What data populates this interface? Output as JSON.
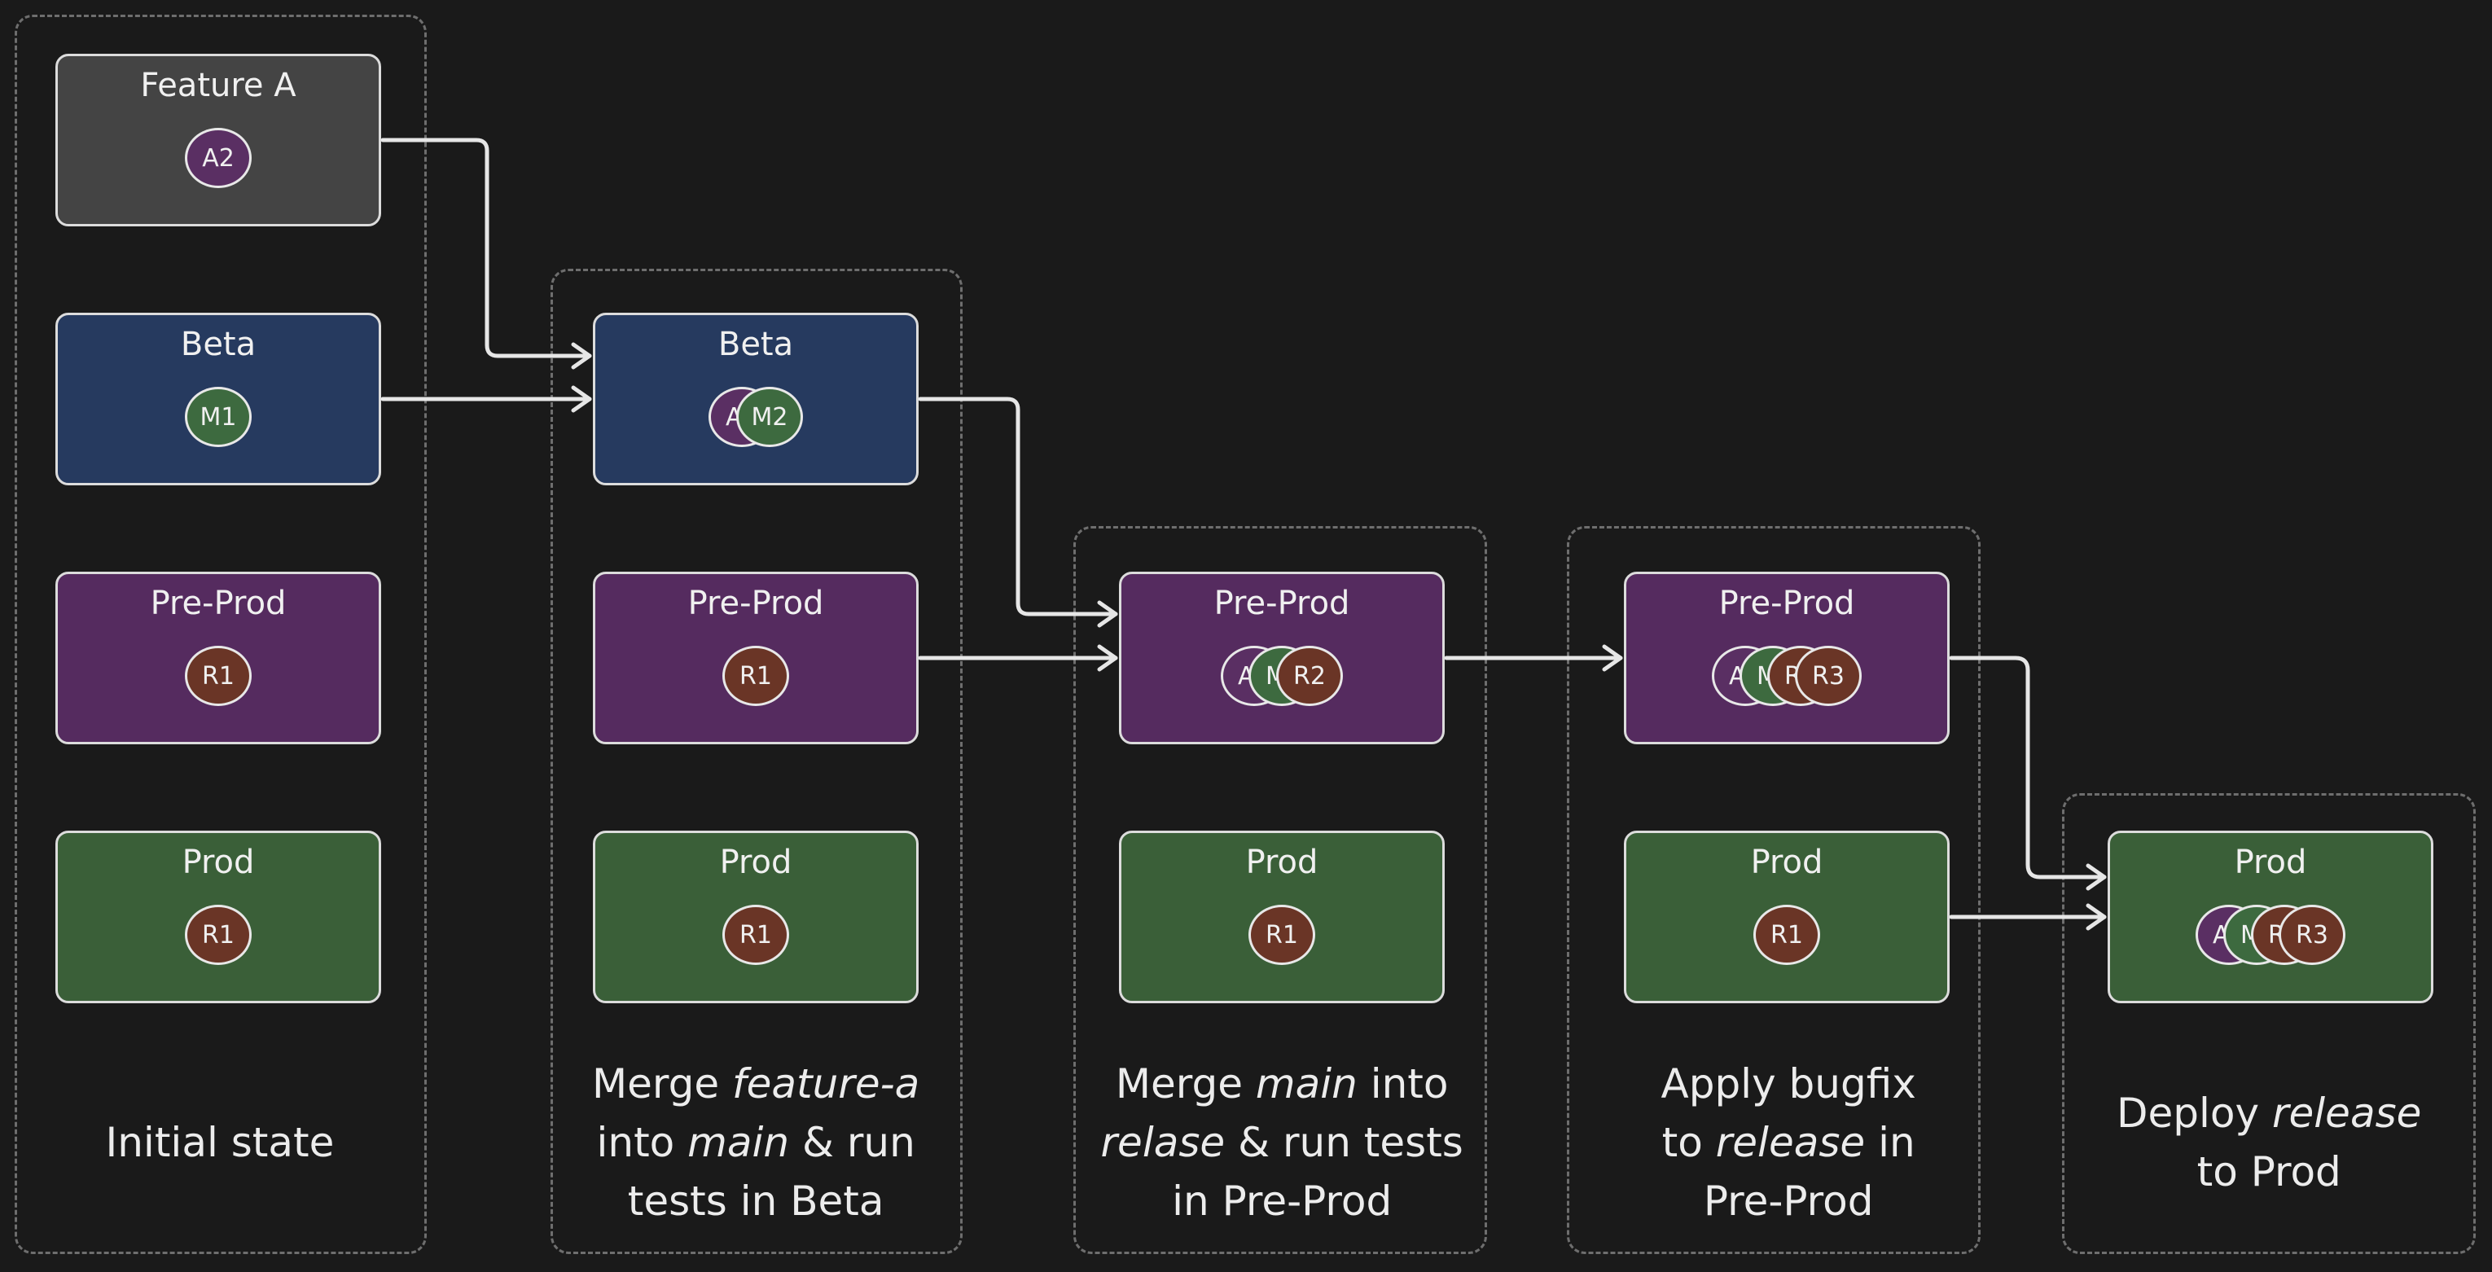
{
  "stages": [
    {
      "caption_lines": [
        [
          "Initial state"
        ]
      ],
      "envs": [
        {
          "type": "feature",
          "title": "Feature A",
          "commits": [
            {
              "label": "A2",
              "kind": "a"
            }
          ]
        },
        {
          "type": "beta",
          "title": "Beta",
          "commits": [
            {
              "label": "M1",
              "kind": "m"
            }
          ]
        },
        {
          "type": "preprod",
          "title": "Pre-Prod",
          "commits": [
            {
              "label": "R1",
              "kind": "r"
            }
          ]
        },
        {
          "type": "prod",
          "title": "Prod",
          "commits": [
            {
              "label": "R1",
              "kind": "r"
            }
          ]
        }
      ]
    },
    {
      "caption_lines": [
        [
          "Merge ",
          {
            "i": "feature-a"
          }
        ],
        [
          "into ",
          {
            "i": "main"
          },
          " & run"
        ],
        [
          "tests in Beta"
        ]
      ],
      "envs": [
        {
          "type": "beta",
          "title": "Beta",
          "commits": [
            {
              "label": "A",
              "kind": "a"
            },
            {
              "label": "M2",
              "kind": "m"
            }
          ]
        },
        {
          "type": "preprod",
          "title": "Pre-Prod",
          "commits": [
            {
              "label": "R1",
              "kind": "r"
            }
          ]
        },
        {
          "type": "prod",
          "title": "Prod",
          "commits": [
            {
              "label": "R1",
              "kind": "r"
            }
          ]
        }
      ]
    },
    {
      "caption_lines": [
        [
          "Merge ",
          {
            "i": "main"
          },
          " into"
        ],
        [
          {
            "i": "relase"
          },
          " & run tests"
        ],
        [
          "in Pre-Prod"
        ]
      ],
      "envs": [
        {
          "type": "preprod",
          "title": "Pre-Prod",
          "commits": [
            {
              "label": "A",
              "kind": "a"
            },
            {
              "label": "M",
              "kind": "m"
            },
            {
              "label": "R2",
              "kind": "r"
            }
          ]
        },
        {
          "type": "prod",
          "title": "Prod",
          "commits": [
            {
              "label": "R1",
              "kind": "r"
            }
          ]
        }
      ]
    },
    {
      "caption_lines": [
        [
          "Apply bugfix"
        ],
        [
          "to ",
          {
            "i": "release"
          },
          " in"
        ],
        [
          "Pre-Prod"
        ]
      ],
      "envs": [
        {
          "type": "preprod",
          "title": "Pre-Prod",
          "commits": [
            {
              "label": "A",
              "kind": "a"
            },
            {
              "label": "M",
              "kind": "m"
            },
            {
              "label": "R",
              "kind": "r"
            },
            {
              "label": "R3",
              "kind": "r"
            }
          ]
        },
        {
          "type": "prod",
          "title": "Prod",
          "commits": [
            {
              "label": "R1",
              "kind": "r"
            }
          ]
        }
      ]
    },
    {
      "caption_lines": [
        [
          "Deploy ",
          {
            "i": "release"
          }
        ],
        [
          "to Prod"
        ]
      ],
      "envs": [
        {
          "type": "prod",
          "title": "Prod",
          "commits": [
            {
              "label": "A",
              "kind": "a"
            },
            {
              "label": "M",
              "kind": "m"
            },
            {
              "label": "R",
              "kind": "r"
            },
            {
              "label": "R3",
              "kind": "r"
            }
          ]
        }
      ]
    }
  ],
  "colors": {
    "background": "#1a1a1a",
    "feature": "#444444",
    "beta": "#263a5f",
    "preprod": "#552b5f",
    "prod": "#3a5f38",
    "commit_a": "#5a2f63",
    "commit_m": "#3d6a3f",
    "commit_r": "#6a3526",
    "stroke": "#e6e6e6",
    "dashed_group": "#6e6e6e"
  }
}
